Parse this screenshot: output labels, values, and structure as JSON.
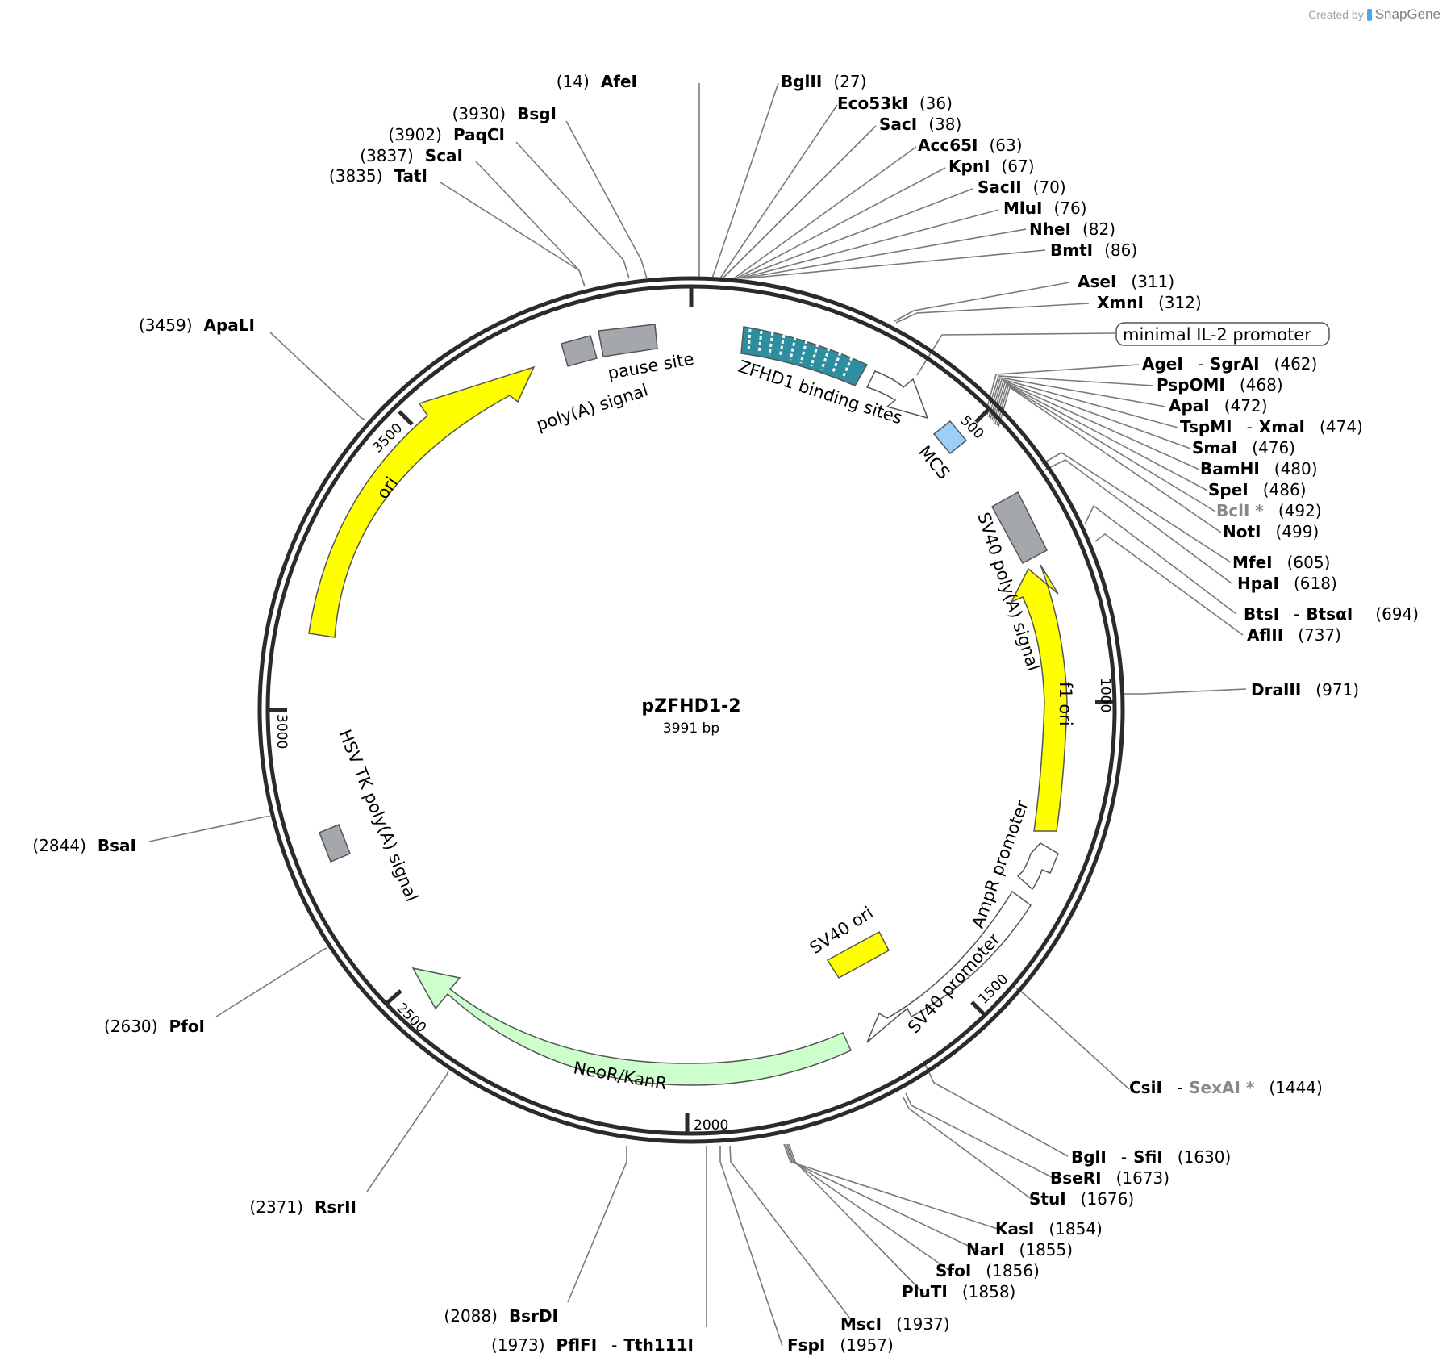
{
  "watermark": {
    "prefix": "Created by",
    "brand": "SnapGene"
  },
  "plasmid": {
    "name": "pZFHD1-2",
    "size_label": "3991 bp"
  },
  "ticks": [
    "500",
    "1000",
    "1500",
    "2000",
    "2500",
    "3000",
    "3500"
  ],
  "features": {
    "pause_site": "pause site",
    "polya_signal": "poly(A) signal",
    "zfhd1": "ZFHD1 binding sites",
    "mcs": "MCS",
    "sv40_polya": "SV40 poly(A) signal",
    "f1_ori": "f1 ori",
    "ampr_promoter": "AmpR promoter",
    "sv40_promoter": "SV40 promoter",
    "sv40_ori": "SV40 ori",
    "neor_kanr": "NeoR/KanR",
    "hsv_tk_polya": "HSV TK poly(A) signal",
    "ori": "ori",
    "minimal_il2": "minimal IL-2 promoter"
  },
  "sites": [
    {
      "id": "afei",
      "name": "AfeI",
      "pos": "(14)",
      "side": "left"
    },
    {
      "id": "bglii",
      "name": "BglII",
      "pos": "(27)",
      "side": "right"
    },
    {
      "id": "eco53ki",
      "name": "Eco53kI",
      "pos": "(36)",
      "side": "right"
    },
    {
      "id": "saci",
      "name": "SacI",
      "pos": "(38)",
      "side": "right"
    },
    {
      "id": "acc65i",
      "name": "Acc65I",
      "pos": "(63)",
      "side": "right"
    },
    {
      "id": "kpni",
      "name": "KpnI",
      "pos": "(67)",
      "side": "right"
    },
    {
      "id": "sacii",
      "name": "SacII",
      "pos": "(70)",
      "side": "right"
    },
    {
      "id": "mlui",
      "name": "MluI",
      "pos": "(76)",
      "side": "right"
    },
    {
      "id": "nhei",
      "name": "NheI",
      "pos": "(82)",
      "side": "right"
    },
    {
      "id": "bmti",
      "name": "BmtI",
      "pos": "(86)",
      "side": "right"
    },
    {
      "id": "asei",
      "name": "AseI",
      "pos": "(311)",
      "side": "right"
    },
    {
      "id": "xmni",
      "name": "XmnI",
      "pos": "(312)",
      "side": "right"
    },
    {
      "id": "agei",
      "name": "AgeI",
      "name2": "SgrAI",
      "pos": "(462)",
      "side": "right"
    },
    {
      "id": "pspomi",
      "name": "PspOMI",
      "pos": "(468)",
      "side": "right"
    },
    {
      "id": "apai",
      "name": "ApaI",
      "pos": "(472)",
      "side": "right"
    },
    {
      "id": "tspmi",
      "name": "TspMI",
      "name2": "XmaI",
      "pos": "(474)",
      "side": "right"
    },
    {
      "id": "smai",
      "name": "SmaI",
      "pos": "(476)",
      "side": "right"
    },
    {
      "id": "bamhi",
      "name": "BamHI",
      "pos": "(480)",
      "side": "right"
    },
    {
      "id": "spei",
      "name": "SpeI",
      "pos": "(486)",
      "side": "right"
    },
    {
      "id": "bcli",
      "name": "BclI *",
      "pos": "(492)",
      "side": "right",
      "gray": true
    },
    {
      "id": "noti",
      "name": "NotI",
      "pos": "(499)",
      "side": "right"
    },
    {
      "id": "mfei",
      "name": "MfeI",
      "pos": "(605)",
      "side": "right"
    },
    {
      "id": "hpai",
      "name": "HpaI",
      "pos": "(618)",
      "side": "right"
    },
    {
      "id": "btsi",
      "name": "BtsI",
      "name2": "BtsαI",
      "pos": "(694)",
      "side": "right"
    },
    {
      "id": "aflii",
      "name": "AflII",
      "pos": "(737)",
      "side": "right"
    },
    {
      "id": "draiii",
      "name": "DraIII",
      "pos": "(971)",
      "side": "right"
    },
    {
      "id": "csii",
      "name": "CsiI",
      "name2": "SexAI *",
      "pos": "(1444)",
      "side": "right",
      "gray2": true
    },
    {
      "id": "bgli",
      "name": "BglI",
      "name2": "SfiI",
      "pos": "(1630)",
      "side": "right"
    },
    {
      "id": "bseri",
      "name": "BseRI",
      "pos": "(1673)",
      "side": "right"
    },
    {
      "id": "stui",
      "name": "StuI",
      "pos": "(1676)",
      "side": "right"
    },
    {
      "id": "kasi",
      "name": "KasI",
      "pos": "(1854)",
      "side": "right"
    },
    {
      "id": "nari",
      "name": "NarI",
      "pos": "(1855)",
      "side": "right"
    },
    {
      "id": "sfoi",
      "name": "SfoI",
      "pos": "(1856)",
      "side": "right"
    },
    {
      "id": "pluti",
      "name": "PluTI",
      "pos": "(1858)",
      "side": "right"
    },
    {
      "id": "msci",
      "name": "MscI",
      "pos": "(1937)",
      "side": "right"
    },
    {
      "id": "fspi",
      "name": "FspI",
      "pos": "(1957)",
      "side": "right"
    },
    {
      "id": "pflfi",
      "name": "PflFI",
      "name2": "Tth111I",
      "pos": "(1973)",
      "side": "left"
    },
    {
      "id": "bsrdi",
      "name": "BsrDI",
      "pos": "(2088)",
      "side": "left"
    },
    {
      "id": "rsrii",
      "name": "RsrII",
      "pos": "(2371)",
      "side": "left"
    },
    {
      "id": "pfoi",
      "name": "PfoI",
      "pos": "(2630)",
      "side": "left"
    },
    {
      "id": "bsai",
      "name": "BsaI",
      "pos": "(2844)",
      "side": "left"
    },
    {
      "id": "apali",
      "name": "ApaLI",
      "pos": "(3459)",
      "side": "left"
    },
    {
      "id": "tati",
      "name": "TatI",
      "pos": "(3835)",
      "side": "left"
    },
    {
      "id": "scai",
      "name": "ScaI",
      "pos": "(3837)",
      "side": "left"
    },
    {
      "id": "paqci",
      "name": "PaqCI",
      "pos": "(3902)",
      "side": "left"
    },
    {
      "id": "bsgi",
      "name": "BsgI",
      "pos": "(3930)",
      "side": "left"
    }
  ],
  "colors": {
    "ring": "#2b2b2b",
    "grey_feature": "#a4a8ad",
    "yellow": "#ffff00",
    "green": "#ccffcc",
    "mcs_blue": "#9ccff7",
    "zfhd1_teal": "#2d8ea0",
    "leader": "#7a7a7a",
    "gray_text": "#888888"
  }
}
